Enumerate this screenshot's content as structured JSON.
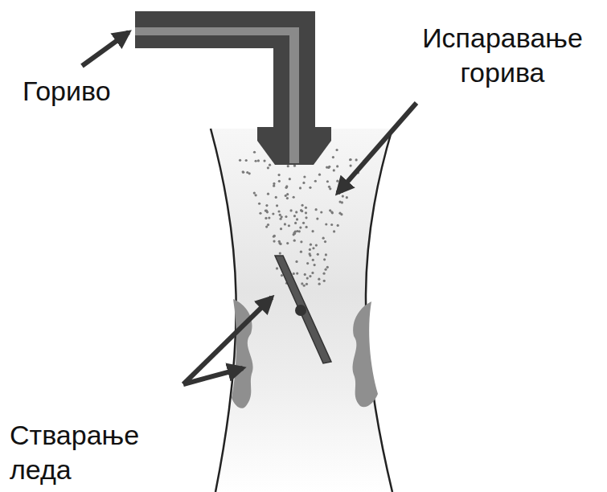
{
  "diagram": {
    "labels": [
      "Гориво",
      "Испаравање горива",
      "Стварање леда"
    ]
  }
}
